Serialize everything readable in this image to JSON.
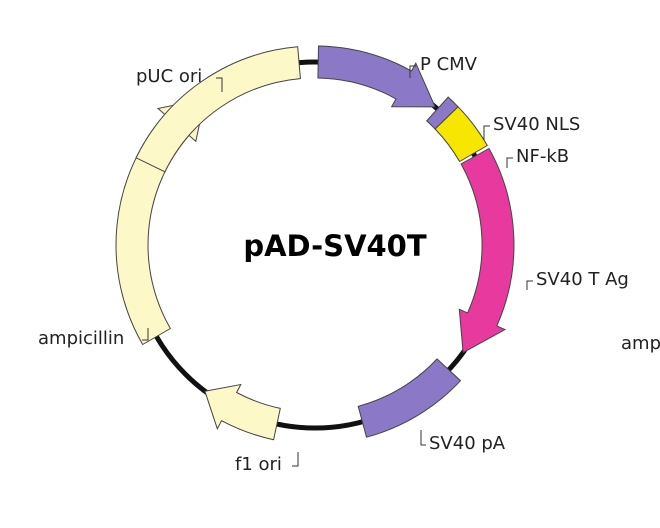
{
  "plasmid": {
    "name": "pAD-SV40T",
    "backbone_color": "#111111",
    "features": [
      {
        "id": "p-cmv",
        "label": "P CMV",
        "type": "arrow",
        "color": "#8b78c6"
      },
      {
        "id": "sv40-nls",
        "label": "SV40 NLS",
        "type": "box",
        "color": "#8b78c6"
      },
      {
        "id": "nf-kb",
        "label": "NF-kB",
        "type": "box",
        "color": "#f7e600"
      },
      {
        "id": "sv40-t-ag",
        "label": "SV40 T Ag",
        "type": "arrow",
        "color": "#e8399e"
      },
      {
        "id": "sv40-pa",
        "label": "SV40 pA",
        "type": "box",
        "color": "#8b78c6"
      },
      {
        "id": "f1-ori",
        "label": "f1 ori",
        "type": "arrow",
        "color": "#fcf8c7"
      },
      {
        "id": "ampicillin",
        "label": "ampicillin",
        "type": "arrow",
        "color": "#fcf8c7"
      },
      {
        "id": "puc-ori",
        "label": "pUC ori",
        "type": "box",
        "color": "#fcf8c7"
      }
    ],
    "clipped_label": "amp"
  }
}
